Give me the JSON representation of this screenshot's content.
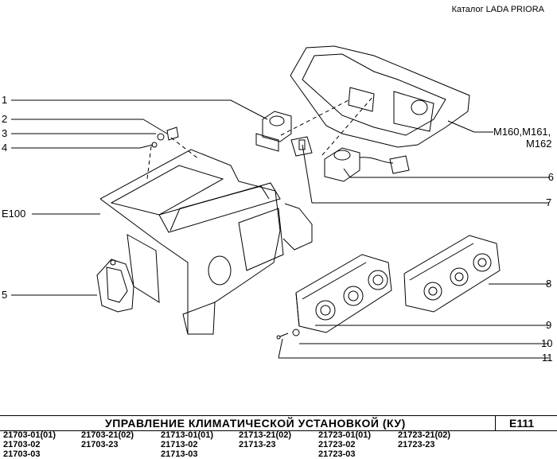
{
  "header": {
    "catalog_label": "Каталог LADA PRIORA"
  },
  "callouts": {
    "c1": "1",
    "c2": "2",
    "c3": "3",
    "c4": "4",
    "c5": "5",
    "c6": "6",
    "c7": "7",
    "c8": "8",
    "c9": "9",
    "c10": "10",
    "c11": "11",
    "e100": "E100"
  },
  "refs": {
    "m_line1": "M160,M161,",
    "m_line2": "M162"
  },
  "footer": {
    "title": "УПРАВЛЕНИЕ  КЛИМАТИЧЕСКОЙ  УСТАНОВКОЙ (КУ)",
    "code": "E111",
    "models": [
      [
        "21703-01(01)",
        "21703-02",
        "21703-03"
      ],
      [
        "21703-21(02)",
        "21703-23"
      ],
      [
        "21713-01(01)",
        "21713-02",
        "21713-03"
      ],
      [
        "21713-21(02)",
        "21713-23"
      ],
      [
        "21723-01(01)",
        "21723-02",
        "21723-03"
      ],
      [
        "21723-21(02)",
        "21723-23"
      ]
    ]
  }
}
